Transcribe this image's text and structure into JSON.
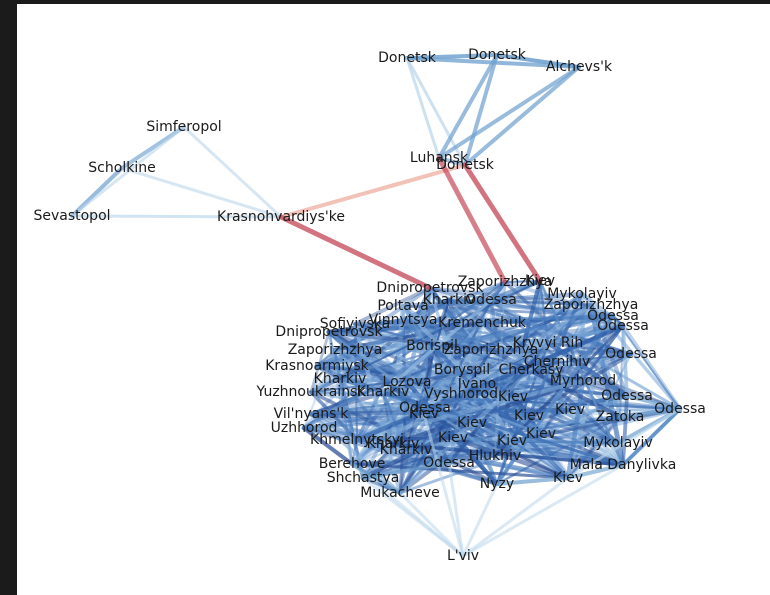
{
  "graph": {
    "colors": {
      "weak": "#b9d5ea",
      "medium": "#6fa1cf",
      "strong": "#3d6fb5",
      "negative_light": "#eba090",
      "negative": "#c54a5a",
      "label": "#1a1a1a"
    },
    "nodes": [
      {
        "id": "donetsk_a",
        "label": "Donetsk"
      },
      {
        "id": "donetsk_b",
        "label": "Donetsk"
      },
      {
        "id": "alchevsk",
        "label": "Alchevs'k"
      },
      {
        "id": "luhansk",
        "label": "Luhansk"
      },
      {
        "id": "donetsk_c",
        "label": "Donetsk"
      },
      {
        "id": "simferopol",
        "label": "Simferopol"
      },
      {
        "id": "scholkine",
        "label": "Scholkine"
      },
      {
        "id": "sevastopol",
        "label": "Sevastopol"
      },
      {
        "id": "krasnohvardiyske",
        "label": "Krasnohvardiys'ke"
      },
      {
        "id": "lviv",
        "label": "L'viv"
      },
      {
        "id": "odessa_east",
        "label": "Odessa"
      },
      {
        "id": "mala_danylivka",
        "label": "Mala Danylivka"
      },
      {
        "id": "kiev_se",
        "label": "Kiev"
      },
      {
        "id": "nyzy",
        "label": "Nyzy"
      },
      {
        "id": "mukacheve",
        "label": "Mukacheve"
      },
      {
        "id": "shchastya",
        "label": "Shchastya"
      },
      {
        "id": "berehove",
        "label": "Berehove"
      },
      {
        "id": "odessa_s",
        "label": "Odessa"
      },
      {
        "id": "mykolayiv",
        "label": "Mykolayiv"
      },
      {
        "id": "zatoka",
        "label": "Zatoka"
      },
      {
        "id": "yuzhnoukrainsk",
        "label": "Yuzhnoukrainsk"
      },
      {
        "id": "vilnyansk",
        "label": "Vil'nyans'k"
      },
      {
        "id": "uzhhorod",
        "label": "Uzhhorod"
      },
      {
        "id": "krasnoarmiysk",
        "label": "Krasnoarmiysk"
      },
      {
        "id": "zaporizhzhya_w",
        "label": "Zaporizhzhya"
      },
      {
        "id": "dnipropetrovsk_w",
        "label": "Dnipropetrovsk"
      },
      {
        "id": "sofiyivska",
        "label": "Sofiyivska"
      },
      {
        "id": "kharkiv_w",
        "label": "Kharkiv"
      },
      {
        "id": "khmelnytskyi",
        "label": "Khmelnytskyi"
      },
      {
        "id": "kharkiv_s",
        "label": "Kharkiv"
      },
      {
        "id": "dnipropetrovsk_n",
        "label": "Dnipropetrovsk"
      },
      {
        "id": "zaporizhzhya_n",
        "label": "Zaporizhzhya"
      },
      {
        "id": "kiev_n",
        "label": "Kiev"
      },
      {
        "id": "mykolayiv_n",
        "label": "Mykolayiv"
      },
      {
        "id": "kharkiv_n",
        "label": "Kharkiv"
      },
      {
        "id": "odessa_n",
        "label": "Odessa"
      },
      {
        "id": "zaporizhzhya_ne",
        "label": "Zaporizhzhya"
      },
      {
        "id": "odessa_ne",
        "label": "Odessa"
      },
      {
        "id": "odessa_e1",
        "label": "Odessa"
      },
      {
        "id": "odessa_e2",
        "label": "Odessa"
      },
      {
        "id": "odessa_e3",
        "label": "Odessa"
      },
      {
        "id": "poltava",
        "label": "Poltava"
      },
      {
        "id": "vinnytsya",
        "label": "Vinnytsya"
      },
      {
        "id": "kremenchuk",
        "label": "Kremenchuk"
      },
      {
        "id": "borispil",
        "label": "Borispil"
      },
      {
        "id": "boryspil_c",
        "label": "Boryspil"
      },
      {
        "id": "kharkiv_c",
        "label": "Kharkiv"
      },
      {
        "id": "lozova",
        "label": "Lozova"
      },
      {
        "id": "kiev_c1",
        "label": "Kiev"
      },
      {
        "id": "kiev_c2",
        "label": "Kiev"
      },
      {
        "id": "kiev_c3",
        "label": "Kiev"
      },
      {
        "id": "kiev_c4",
        "label": "Kiev"
      },
      {
        "id": "kiev_c5",
        "label": "Kiev"
      },
      {
        "id": "kryvyi",
        "label": "Kryvyi Rih"
      },
      {
        "id": "myrhorod",
        "label": "Myrhorod"
      },
      {
        "id": "ivano",
        "label": "Ivano"
      },
      {
        "id": "cherkasy",
        "label": "Cherkasy"
      },
      {
        "id": "chernihiv",
        "label": "Chernihiv"
      },
      {
        "id": "hlukhiv",
        "label": "Hlukhiv"
      },
      {
        "id": "vyshhorod",
        "label": "Vyshhorod"
      },
      {
        "id": "odessa_c",
        "label": "Odessa"
      },
      {
        "id": "zaporizhzhya_c",
        "label": "Zaporizhzhya"
      },
      {
        "id": "kiev_c6",
        "label": "Kiev"
      },
      {
        "id": "kiev_c7",
        "label": "Kiev"
      },
      {
        "id": "kharkiv_c2",
        "label": "Kharkiv"
      },
      {
        "id": "kiev_c8",
        "label": "Kiev"
      }
    ],
    "edges": [
      {
        "a": "donetsk_a",
        "b": "donetsk_b",
        "w": 0.8,
        "s": "medium"
      },
      {
        "a": "donetsk_b",
        "b": "alchevsk",
        "w": 0.9,
        "s": "medium"
      },
      {
        "a": "donetsk_a",
        "b": "alchevsk",
        "w": 0.7,
        "s": "medium"
      },
      {
        "a": "donetsk_a",
        "b": "luhansk",
        "w": 0.6,
        "s": "weak"
      },
      {
        "a": "donetsk_a",
        "b": "donetsk_c",
        "w": 0.6,
        "s": "weak"
      },
      {
        "a": "donetsk_b",
        "b": "luhansk",
        "w": 0.6,
        "s": "medium"
      },
      {
        "a": "donetsk_b",
        "b": "donetsk_c",
        "w": 0.6,
        "s": "medium"
      },
      {
        "a": "alchevsk",
        "b": "luhansk",
        "w": 0.6,
        "s": "medium"
      },
      {
        "a": "alchevsk",
        "b": "donetsk_c",
        "w": 0.6,
        "s": "medium"
      },
      {
        "a": "luhansk",
        "b": "donetsk_c",
        "w": 0.5,
        "s": "medium"
      },
      {
        "a": "simferopol",
        "b": "scholkine",
        "w": 0.5,
        "s": "medium"
      },
      {
        "a": "scholkine",
        "b": "sevastopol",
        "w": 0.6,
        "s": "medium"
      },
      {
        "a": "simferopol",
        "b": "sevastopol",
        "w": 0.4,
        "s": "weak"
      },
      {
        "a": "simferopol",
        "b": "krasnohvardiyske",
        "w": 0.4,
        "s": "weak"
      },
      {
        "a": "scholkine",
        "b": "krasnohvardiyske",
        "w": 0.4,
        "s": "weak"
      },
      {
        "a": "sevastopol",
        "b": "krasnohvardiyske",
        "w": 0.5,
        "s": "weak"
      },
      {
        "a": "krasnohvardiyske",
        "b": "donetsk_c",
        "w": 0.5,
        "s": "negative_light"
      },
      {
        "a": "krasnohvardiyske",
        "b": "dnipropetrovsk_n",
        "w": 0.7,
        "s": "negative"
      },
      {
        "a": "luhansk",
        "b": "zaporizhzhya_n",
        "w": 0.6,
        "s": "negative"
      },
      {
        "a": "donetsk_c",
        "b": "kiev_n",
        "w": 0.7,
        "s": "negative"
      },
      {
        "a": "lviv",
        "b": "berehove",
        "w": 0.3,
        "s": "weak"
      },
      {
        "a": "lviv",
        "b": "mukacheve",
        "w": 0.3,
        "s": "weak"
      },
      {
        "a": "lviv",
        "b": "shchastya",
        "w": 0.3,
        "s": "weak"
      },
      {
        "a": "lviv",
        "b": "nyzy",
        "w": 0.3,
        "s": "weak"
      },
      {
        "a": "lviv",
        "b": "kiev_se",
        "w": 0.3,
        "s": "weak"
      },
      {
        "a": "lviv",
        "b": "odessa_s",
        "w": 0.3,
        "s": "weak"
      },
      {
        "a": "lviv",
        "b": "kiev_c1",
        "w": 0.3,
        "s": "weak"
      },
      {
        "a": "lviv",
        "b": "mala_danylivka",
        "w": 0.3,
        "s": "weak"
      },
      {
        "a": "odessa_east",
        "b": "zatoka",
        "w": 0.6,
        "s": "medium"
      },
      {
        "a": "odessa_east",
        "b": "mykolayiv",
        "w": 0.6,
        "s": "medium"
      },
      {
        "a": "odessa_east",
        "b": "mala_danylivka",
        "w": 0.5,
        "s": "medium"
      },
      {
        "a": "odessa_east",
        "b": "odessa_e3",
        "w": 0.6,
        "s": "medium"
      },
      {
        "a": "odessa_east",
        "b": "kiev_se",
        "w": 0.5,
        "s": "weak"
      },
      {
        "a": "mala_danylivka",
        "b": "kiev_se",
        "w": 0.5,
        "s": "medium"
      },
      {
        "a": "nyzy",
        "b": "kiev_se",
        "w": 0.6,
        "s": "medium"
      },
      {
        "a": "mukacheve",
        "b": "berehove",
        "w": 0.6,
        "s": "medium"
      },
      {
        "a": "shchastya",
        "b": "odessa_s",
        "w": 0.6,
        "s": "medium"
      }
    ],
    "cluster_edge_count": 420,
    "cluster_edge_seed": 7
  }
}
